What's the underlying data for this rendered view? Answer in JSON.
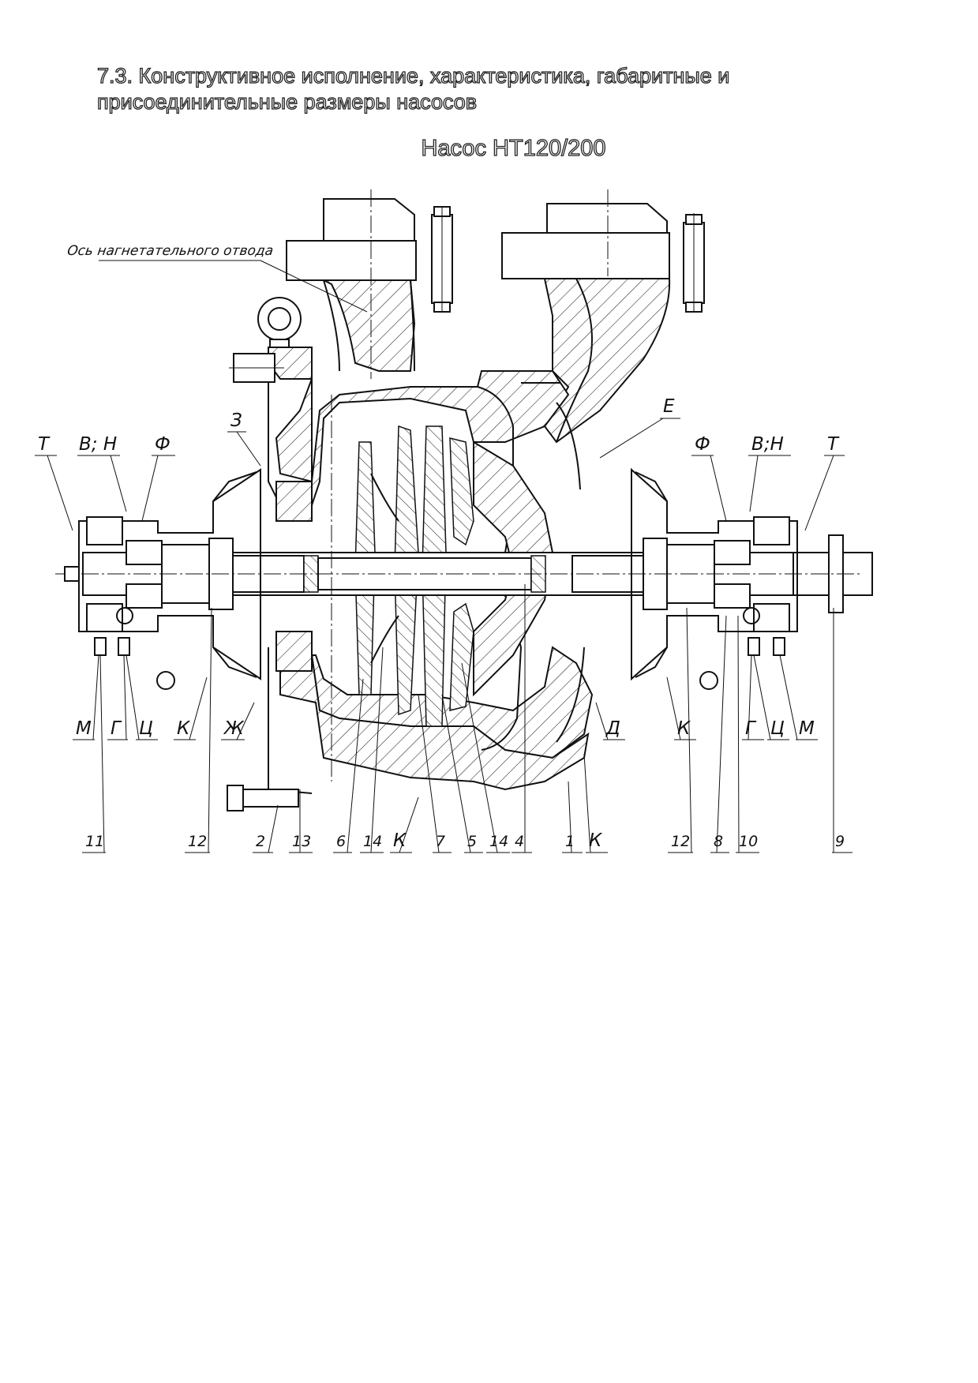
{
  "document": {
    "heading_line1": "7.3. Конструктивное исполнение, характеристика, габаритные и",
    "heading_line2": "присоединительные размеры насосов",
    "subtitle": "Насос НТ120/200"
  },
  "drawing": {
    "axis_note": "Ось нагнетательного отвода",
    "letter_labels": {
      "T_left": "Т",
      "VN_left": "В; Н",
      "F_left": "Ф",
      "Z": "З",
      "E": "Е",
      "F_right": "Ф",
      "VN_right": "В;Н",
      "T_right": "Т",
      "M_left": "М",
      "G_left": "Г",
      "C_left": "Ц",
      "K_left": "К",
      "Zh": "Ж",
      "D": "Д",
      "K_right": "К",
      "G_right": "Г",
      "C_right": "Ц",
      "M_right": "М",
      "K_bottom1": "К",
      "K_bottom2": "К"
    },
    "callouts": {
      "n11": "11",
      "n12a": "12",
      "n2": "2",
      "n13": "13",
      "n6": "6",
      "n14a": "14",
      "n7": "7",
      "n5": "5",
      "n14b": "14",
      "n4": "4",
      "n1": "1",
      "n12b": "12",
      "n8": "8",
      "n10": "10",
      "n9": "9"
    }
  }
}
